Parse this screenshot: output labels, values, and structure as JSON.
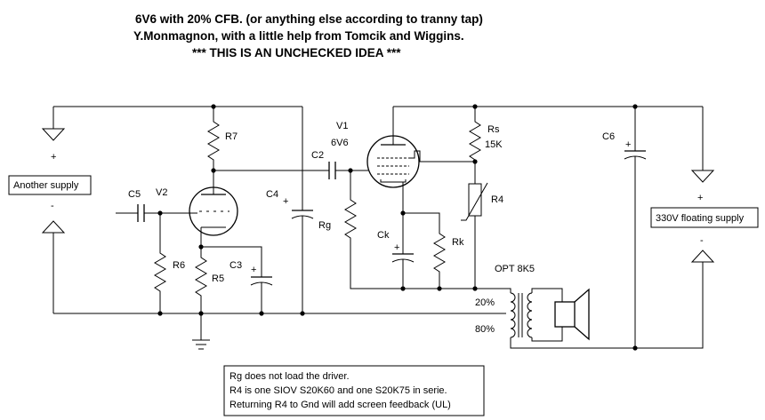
{
  "header": {
    "line1": "6V6 with 20% CFB. (or anything else according to tranny tap)",
    "line2": "Y.Monmagnon, with a little help from Tomcik and Wiggins.",
    "line3": "***   THIS IS AN UNCHECKED IDEA ***"
  },
  "labels": {
    "r7": "R7",
    "c5": "C5",
    "v2": "V2",
    "r6": "R6",
    "r5": "R5",
    "c3": "C3",
    "c4": "C4",
    "v1": "V1",
    "v1_type": "6V6",
    "c2": "C2",
    "rg": "Rg",
    "ck": "Ck",
    "rk": "Rk",
    "rs": "Rs",
    "rs_value": "15K",
    "r4": "R4",
    "c6": "C6",
    "opt": "OPT 8K5",
    "tap20": "20%",
    "tap80": "80%",
    "plus": "+",
    "minus": "-"
  },
  "supplies": {
    "left": "Another supply",
    "right": "330V floating supply"
  },
  "notes": [
    "Rg does not load the driver.",
    "R4 is one SIOV S20K60 and one S20K75 in serie.",
    "Returning R4 to Gnd will add screen feedback (UL)"
  ]
}
